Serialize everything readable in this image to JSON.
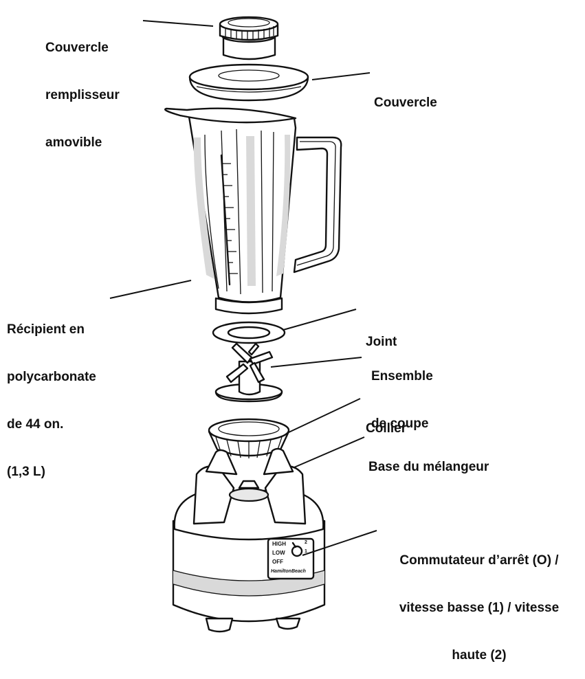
{
  "diagram": {
    "labels": {
      "filler_cap": [
        "Couvercle",
        "remplisseur",
        "amovible"
      ],
      "lid": [
        "Couvercle"
      ],
      "jar": [
        "Récipient en",
        "polycarbonate",
        "de 44 on.",
        "(1,3 L)"
      ],
      "gasket": [
        "Joint"
      ],
      "blade": [
        "Ensemble",
        "de coupe"
      ],
      "collar": [
        "Collier"
      ],
      "base": [
        "Base du mélangeur"
      ],
      "switch": [
        "Commutateur d’arrêt (O) /",
        "vitesse basse (1) / vitesse",
        "haute (2)"
      ]
    },
    "switch_panel": {
      "high": "HIGH",
      "low": "LOW",
      "off": "OFF",
      "brand": "HamiltonBeach",
      "pos2": "2",
      "pos1": "1"
    },
    "colors": {
      "ink": "#111111",
      "shade": "#d9d9d9",
      "background": "#ffffff"
    }
  }
}
